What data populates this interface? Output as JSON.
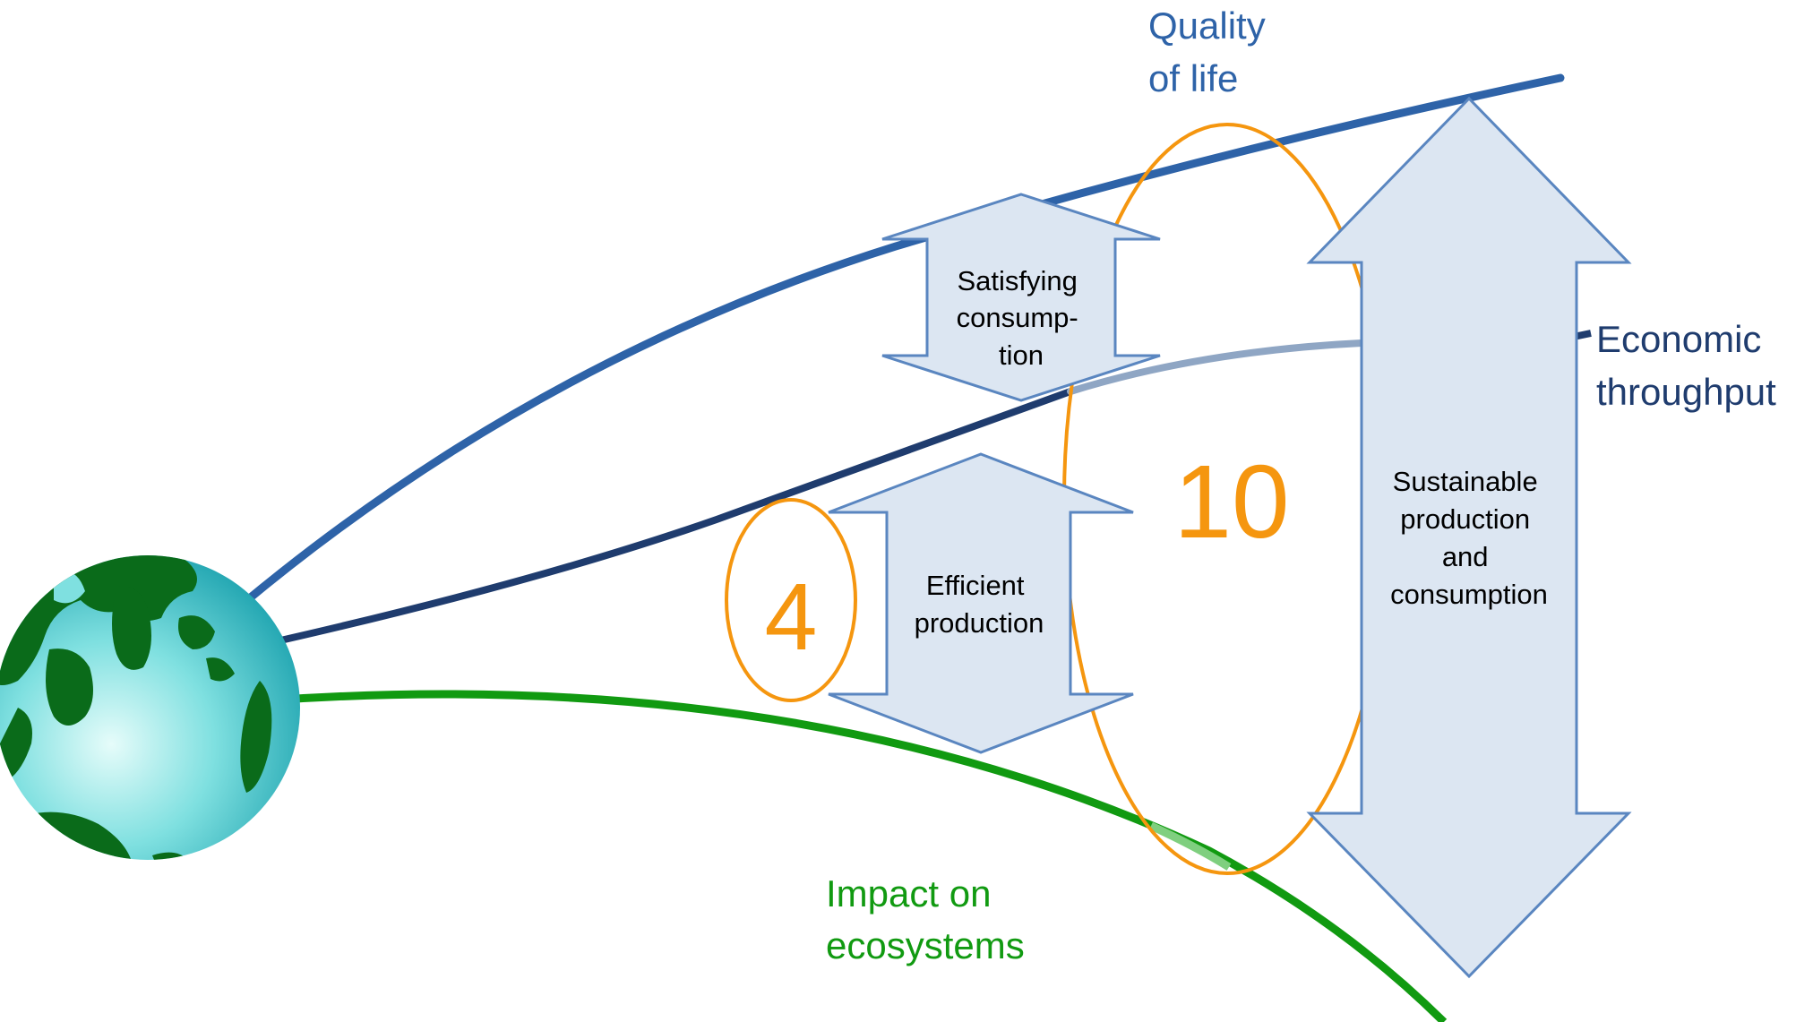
{
  "labels": {
    "quality_of_life": [
      "Quality",
      "of life"
    ],
    "economic_throughput": [
      "Economic",
      "throughput"
    ],
    "impact_on_ecosystems": [
      "Impact on",
      "ecosystems"
    ],
    "satisfying_consumption": [
      "Satisfying",
      "consump-",
      "tion"
    ],
    "efficient_production": [
      "Efficient",
      "production"
    ],
    "sustainable_production": [
      "Sustainable",
      "production",
      "and",
      "consumption"
    ],
    "factor_small": "4",
    "factor_large": "10"
  },
  "colors": {
    "quality_of_life": "#2e63a8",
    "economic_throughput": "#1f3c6e",
    "economic_faded": "#8fa6c4",
    "impact_on_ecosystems": "#119a11",
    "impact_faded": "#7fcf7f",
    "factor_orange": "#f5960f",
    "arrow_fill": "#dce6f2",
    "arrow_stroke": "#5a86c0",
    "globe_land": "#0a6b1a",
    "globe_ocean_light": "#d7f8f6",
    "globe_ocean_dark": "#10a8b0"
  }
}
